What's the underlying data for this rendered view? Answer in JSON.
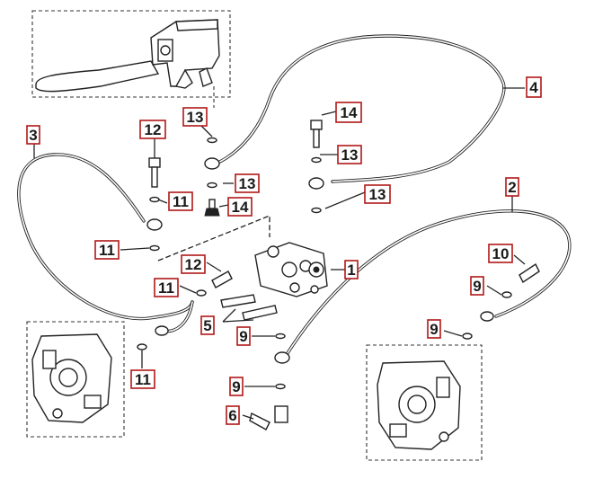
{
  "callouts": [
    {
      "id": "c1",
      "text": "1"
    },
    {
      "id": "c2",
      "text": "2"
    },
    {
      "id": "c3",
      "text": "3"
    },
    {
      "id": "c4",
      "text": "4"
    },
    {
      "id": "c5",
      "text": "5"
    },
    {
      "id": "c6",
      "text": "6"
    },
    {
      "id": "c9a",
      "text": "9"
    },
    {
      "id": "c9b",
      "text": "9"
    },
    {
      "id": "c9c",
      "text": "9"
    },
    {
      "id": "c9d",
      "text": "9"
    },
    {
      "id": "c10",
      "text": "10"
    },
    {
      "id": "c11a",
      "text": "11"
    },
    {
      "id": "c11b",
      "text": "11"
    },
    {
      "id": "c11c",
      "text": "11"
    },
    {
      "id": "c11d",
      "text": "11"
    },
    {
      "id": "c12a",
      "text": "12"
    },
    {
      "id": "c12b",
      "text": "12"
    },
    {
      "id": "c13a",
      "text": "13"
    },
    {
      "id": "c13b",
      "text": "13"
    },
    {
      "id": "c13c",
      "text": "13"
    },
    {
      "id": "c13d",
      "text": "13"
    },
    {
      "id": "c14a",
      "text": "14"
    },
    {
      "id": "c14b",
      "text": "14"
    }
  ],
  "colors": {
    "callout_border": "#b01818",
    "line": "#222222",
    "background": "#ffffff"
  }
}
